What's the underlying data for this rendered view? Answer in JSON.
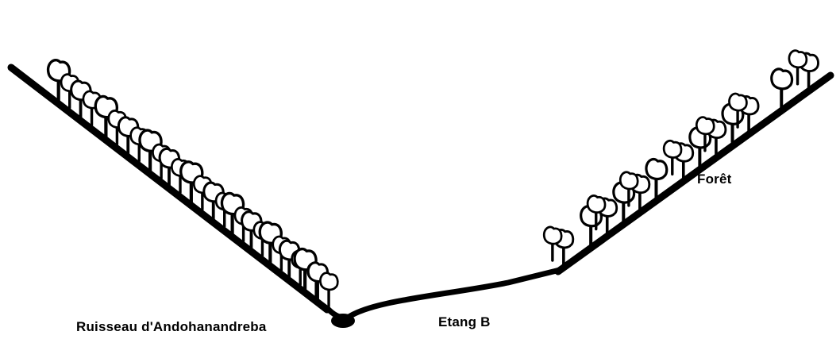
{
  "diagram": {
    "labels": {
      "stream": "Ruisseau d'Andohanandreba",
      "pond": "Etang B",
      "forest": "Forêt"
    },
    "colors": {
      "ink": "#000000",
      "background": "#ffffff"
    },
    "icons": [
      "tree-icon",
      "stream-pool-icon"
    ]
  }
}
